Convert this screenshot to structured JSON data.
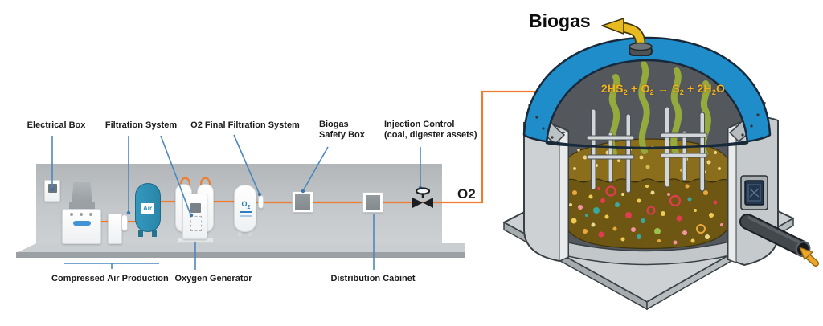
{
  "labels": {
    "electrical_box": "Electrical Box",
    "filtration_system": "Filtration System",
    "o2_final_filtration_system": "O2 Final Filtration System",
    "biogas_safety_box_line1": "Biogas",
    "biogas_safety_box_line2": "Safety Box",
    "injection_control_line1": "Injection Control",
    "injection_control_line2": "(coal, digester assets)",
    "compressed_air_production": "Compressed Air Production",
    "oxygen_generator": "Oxygen Generator",
    "distribution_cabinet": "Distribution Cabinet",
    "o2_pipe": "O2"
  },
  "tanks": {
    "air": "Air",
    "o2": {
      "base": "O",
      "sub": "2"
    }
  },
  "digester": {
    "title": "Biogas",
    "equation": {
      "parts": [
        {
          "text": "2HS"
        },
        {
          "text": "2"
        },
        {
          "text": " + O"
        },
        {
          "text": "2"
        },
        {
          "text": " → S"
        },
        {
          "text": "2"
        },
        {
          "text": " + 2H"
        },
        {
          "text": "2"
        },
        {
          "text": "O"
        }
      ]
    }
  },
  "icons": {
    "valve": "bowtie-control-valve",
    "biogas_outlet_arrow": "curved-arrow-left",
    "feed_inlet_arrow": "arrow-up-left",
    "o2_flow_arrow": "arrow-right"
  },
  "colors": {
    "pipe_orange": "#ed7d31",
    "leader_blue": "#4e87bd",
    "dome_blue": "#1f8dc9",
    "equation_yellow": "#f2b11d",
    "biogas_arrow_yellow": "#e7ba1f",
    "air_tank_teal": "#2d8cb0",
    "slurry_upper_brown": "#8a6e1c",
    "slurry_lower_brown": "#6d5712",
    "flame_olive": "#96a93c"
  }
}
